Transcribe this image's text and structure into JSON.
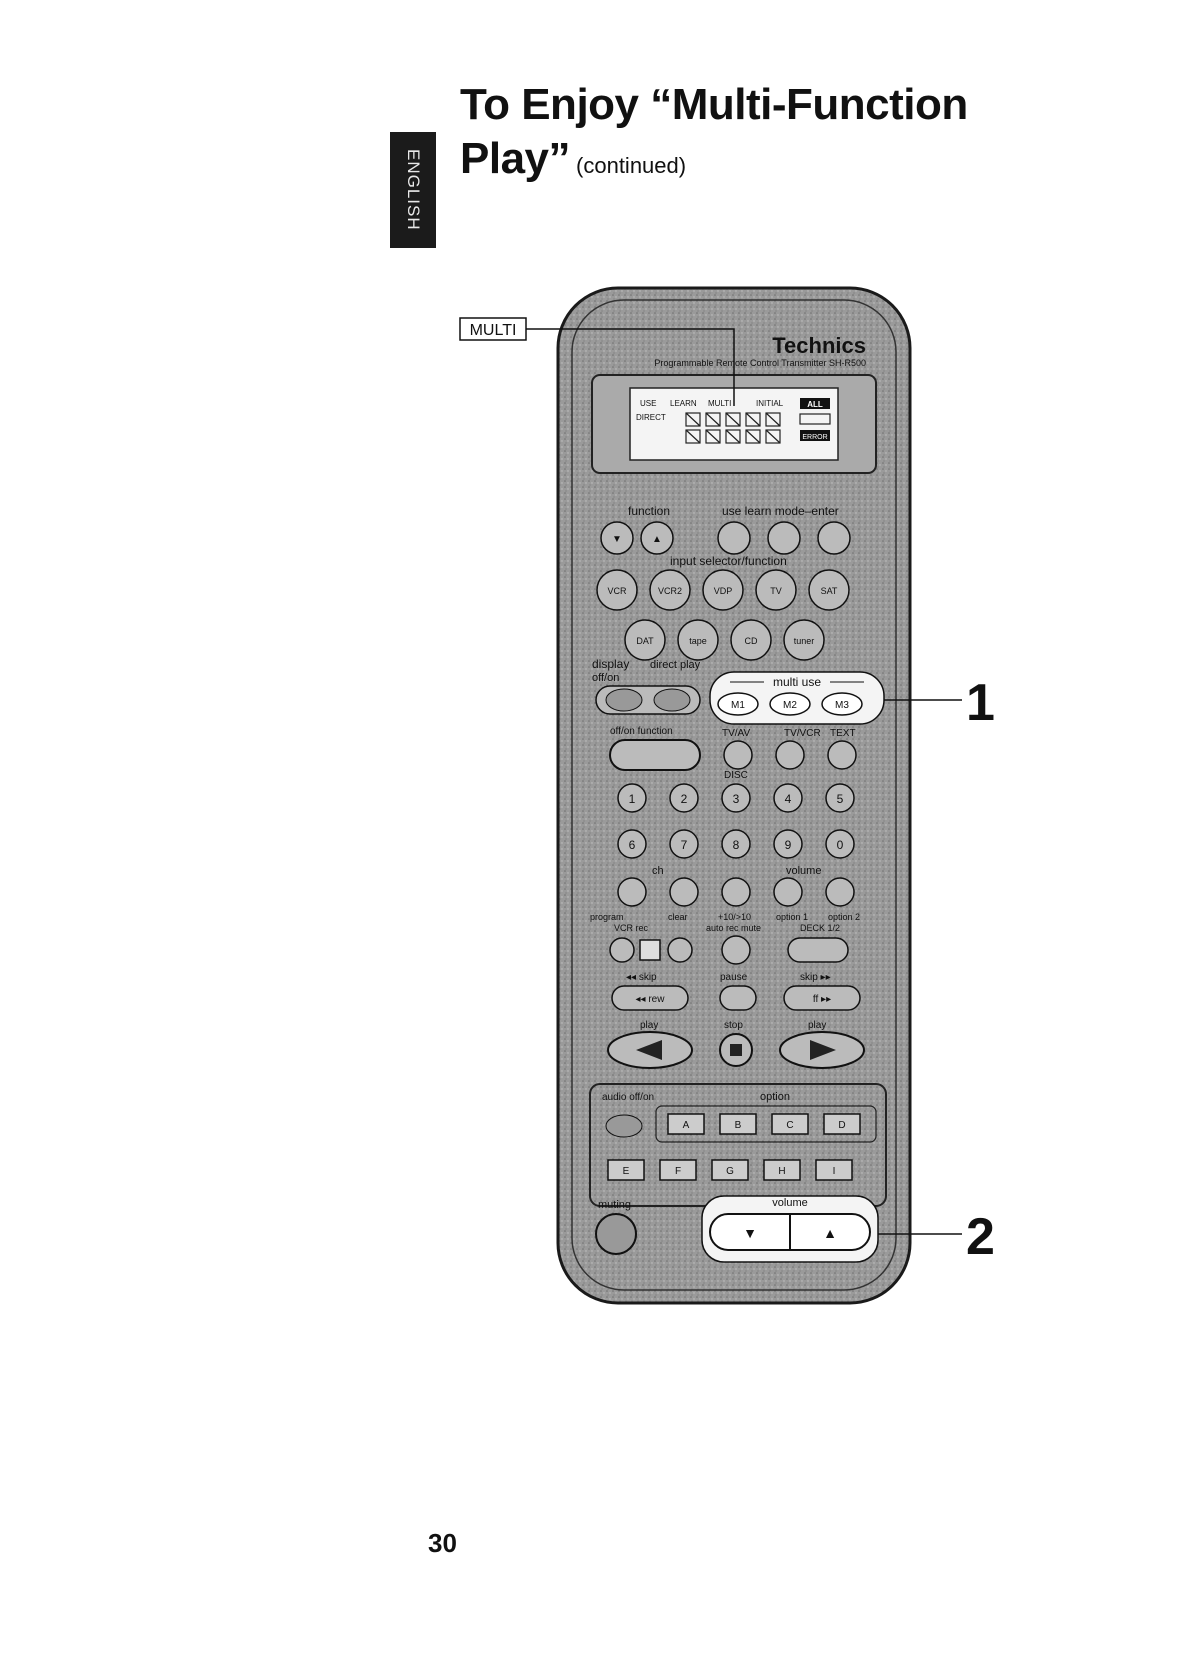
{
  "sidebar": {
    "language_tab": "ENGLISH"
  },
  "header": {
    "title_line1": "To Enjoy “Multi-Function",
    "title_line2": "Play”",
    "subtitle": "(continued)"
  },
  "callouts": {
    "multi_label": "MULTI",
    "step1": "1",
    "step2": "2"
  },
  "remote": {
    "brand": "Technics",
    "model_line": "Programmable Remote Control Transmitter  SH-R500",
    "display": {
      "row1": [
        "USE",
        "LEARN",
        "MULTI",
        "INITIAL",
        "ALL"
      ],
      "row2": "DIRECT",
      "error": "ERROR"
    },
    "labels": {
      "function": "function",
      "use_learn": "use learn mode–enter",
      "input_selector": "input selector/function",
      "display": "display",
      "off_on": "off/on",
      "direct_play": "direct play",
      "multi_use": "multi use",
      "off_on_function": "off/on function",
      "tv_av": "TV/AV",
      "tv_vcr": "TV/VCR",
      "text": "TEXT",
      "disc": "DISC",
      "ch": "ch",
      "volume_tv": "volume",
      "program": "program",
      "clear": "clear",
      "vcr_rec": "VCR rec",
      "plus10": "+10/>10",
      "auto_rec_mute": "auto rec mute",
      "option_1": "option 1",
      "option_2": "option 2",
      "deck": "DECK 1/2",
      "skip_left": "◂◂ skip",
      "pause": "pause",
      "skip_right": "skip ▸▸",
      "rew": "◂◂ rew",
      "ff": "ff ▸▸",
      "play_left": "play",
      "stop": "stop",
      "play_right": "play",
      "audio_off_on": "audio off/on",
      "option": "option",
      "muting": "muting",
      "volume": "volume"
    },
    "input_buttons_row1": [
      "VCR",
      "VCR2",
      "VDP",
      "TV",
      "SAT"
    ],
    "input_buttons_row2": [
      "DAT",
      "tape",
      "CD",
      "tuner"
    ],
    "multi_buttons": [
      "M1",
      "M2",
      "M3"
    ],
    "digit_rows": [
      [
        "1",
        "2",
        "3",
        "4",
        "5"
      ],
      [
        "6",
        "7",
        "8",
        "9",
        "0"
      ]
    ],
    "option_row1": [
      "A",
      "B",
      "C",
      "D"
    ],
    "option_row2": [
      "E",
      "F",
      "G",
      "H",
      "I"
    ],
    "volume_down": "▼",
    "volume_up": "▲"
  }
}
